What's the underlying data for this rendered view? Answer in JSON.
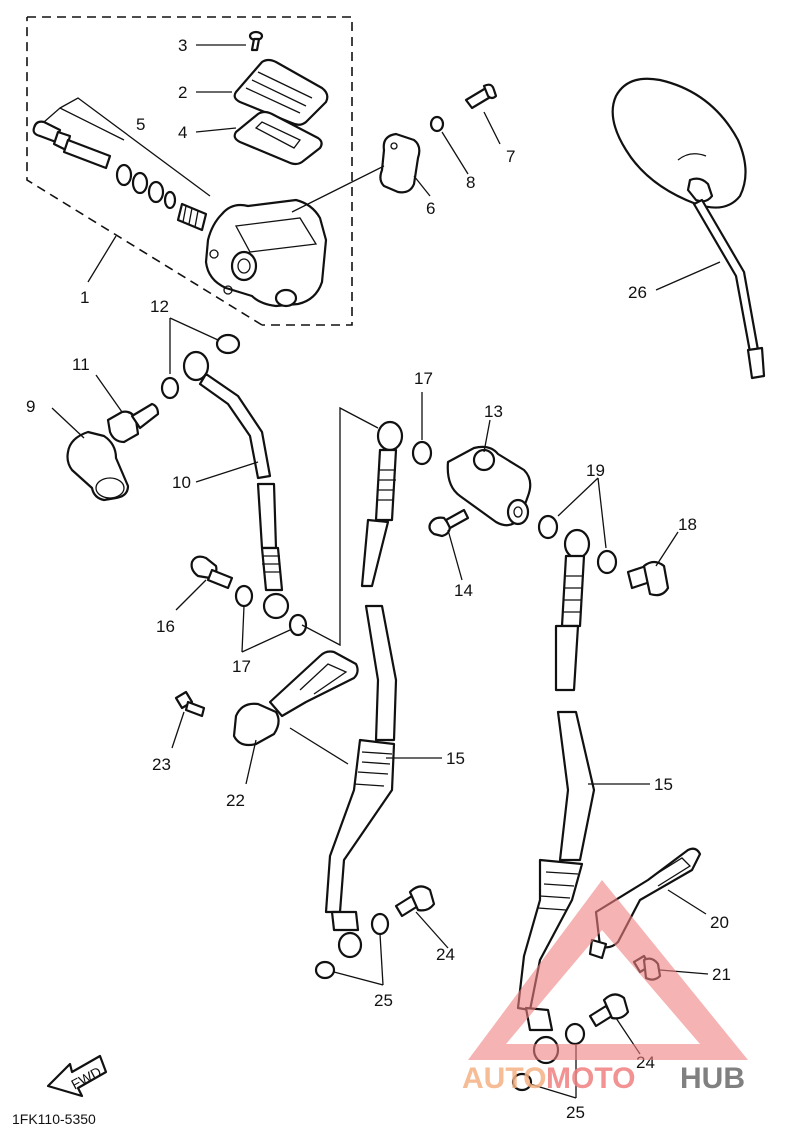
{
  "diagram": {
    "reference_code": "1FK110-5350",
    "fwd_label": "FWD",
    "callouts": {
      "c1": "1",
      "c2": "2",
      "c3": "3",
      "c4": "4",
      "c5": "5",
      "c6": "6",
      "c7": "7",
      "c8": "8",
      "c9": "9",
      "c10": "10",
      "c11": "11",
      "c12": "12",
      "c13": "13",
      "c14": "14",
      "c15a": "15",
      "c15b": "15",
      "c16": "16",
      "c17a": "17",
      "c17b": "17",
      "c18": "18",
      "c19": "19",
      "c20": "20",
      "c21": "21",
      "c22": "22",
      "c23": "23",
      "c24a": "24",
      "c24b": "24",
      "c25a": "25",
      "c25b": "25",
      "c26": "26"
    }
  },
  "watermark": {
    "part1": "AUTO",
    "part2": "MOTO",
    "part3": "HUB",
    "color_auto": "#f4b183",
    "color_moto": "#f08080",
    "color_hub": "#6b6b6b"
  }
}
